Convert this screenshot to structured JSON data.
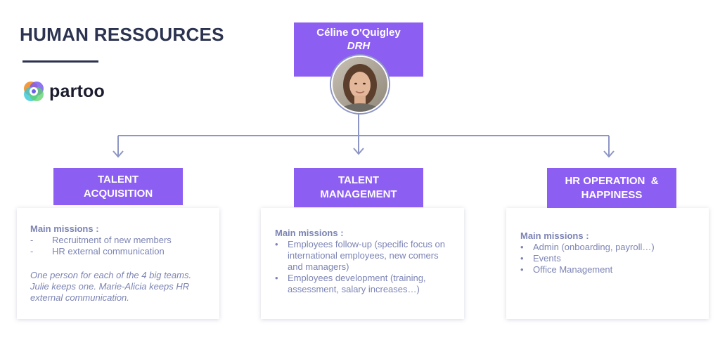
{
  "header": {
    "title": "HUMAN RESSOURCES",
    "logo_text": "partoo"
  },
  "head": {
    "name": "Céline O'Quigley",
    "role": "DRH"
  },
  "departments": [
    {
      "title_line1": "TALENT",
      "title_line2": "ACQUISITION",
      "missions_label": "Main missions :",
      "items": [
        "Recruitment of new members",
        "HR external communication"
      ],
      "note": "One person for each of the 4 big teams. Julie keeps one. Marie-Alicia keeps HR external communication."
    },
    {
      "title_line1": "TALENT",
      "title_line2": "MANAGEMENT",
      "missions_label": "Main missions :",
      "items": [
        "Employees follow-up (specific focus on international employees, new comers and managers)",
        "Employees development (training, assessment, salary increases…)"
      ]
    },
    {
      "title_line1": "HR OPERATION  &",
      "title_line2": "HAPPINESS",
      "missions_label": "Main missions :",
      "items": [
        "Admin (onboarding, payroll…)",
        "Events",
        "Office Management"
      ]
    }
  ],
  "colors": {
    "accent": "#8d5ef2",
    "connector": "#8d96c4",
    "text": "#7c84b4",
    "title": "#2b3350"
  }
}
